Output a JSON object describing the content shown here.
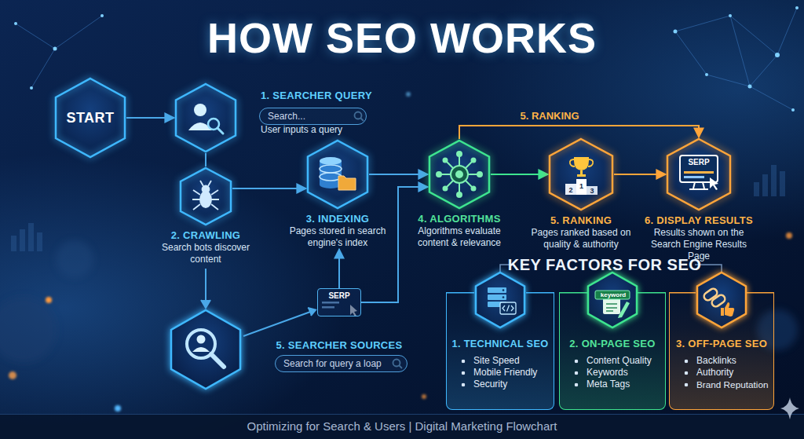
{
  "diagram": {
    "title": "HOW SEO WORKS",
    "caption": "Optimizing for Search & Users | Digital Marketing Flowchart",
    "nodes": [
      {
        "text": [
          "START"
        ]
      },
      {
        "text": [
          "1. SEARCHER QUERY",
          "User inputs a query"
        ]
      },
      {
        "text": [
          "Search..."
        ]
      },
      {
        "text": [
          "2. CRAWLING",
          "Search bots discover content"
        ]
      },
      {
        "text": [
          "3. INDEXING",
          "Pages stored in search engine's index"
        ]
      },
      {
        "text": [
          "4. ALGORITHMS",
          "Algorithms evaluate content & relevance"
        ]
      },
      {
        "text": [
          "5. RANKING",
          "Pages ranked based on quality & authority"
        ]
      },
      {
        "text": [
          "SERP",
          "6. DISPLAY RESULTS",
          "Results shown on the Search Engine Results Page"
        ]
      },
      {
        "text": [
          "SERP",
          "5. SEARCHER SOURCES"
        ]
      },
      {
        "text": [
          "Search for query a loap"
        ]
      },
      {
        "text": [
          "1. TECHNICAL SEO",
          "Site Speed",
          "Mobile Friendly",
          "Security"
        ]
      },
      {
        "text": [
          "keyword",
          "2. ON-PAGE SEO",
          "Content Quality",
          "Keywords",
          "Meta Tags"
        ]
      },
      {
        "text": [
          "3. OFF-PAGE SEO",
          "Backlinks",
          "Authority",
          "Brand Reputation"
        ]
      }
    ],
    "edges": [
      {
        "from": 0,
        "to": 1,
        "arrow": "to"
      },
      {
        "from": 1,
        "to": 3,
        "arrow": "none"
      },
      {
        "from": 3,
        "to": 4,
        "arrow": "to"
      },
      {
        "from": 4,
        "to": 5,
        "arrow": "to"
      },
      {
        "from": 5,
        "to": 6,
        "arrow": "to"
      },
      {
        "from": 6,
        "to": 7,
        "arrow": "to"
      },
      {
        "from": 5,
        "to": 7,
        "label": "5. RANKING",
        "arrow": "to"
      },
      {
        "from": 8,
        "to": 4,
        "arrow": "to"
      },
      {
        "from": 8,
        "to": 5,
        "arrow": "to"
      }
    ],
    "labels": [
      "KEY FACTORS FOR SEO",
      "2",
      "1",
      "3"
    ]
  }
}
